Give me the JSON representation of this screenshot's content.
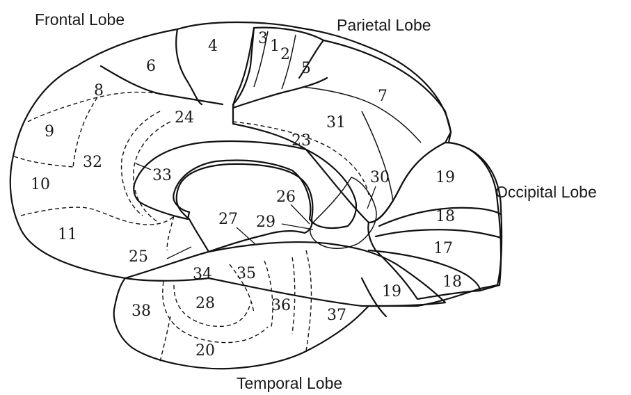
{
  "lobes": {
    "frontal": "Frontal Lobe",
    "parietal": "Parietal Lobe",
    "occipital": "Occipital Lobe",
    "temporal": "Temporal Lobe"
  },
  "areas": {
    "a4": "4",
    "a3": "3",
    "a1": "1",
    "a2": "2",
    "a5": "5",
    "a6": "6",
    "a7": "7",
    "a8": "8",
    "a9": "9",
    "a10": "10",
    "a11": "11",
    "a24": "24",
    "a32": "32",
    "a33": "33",
    "a25": "25",
    "a31": "31",
    "a23": "23",
    "a30": "30",
    "a26": "26",
    "a29": "29",
    "a27": "27",
    "a19a": "19",
    "a18a": "18",
    "a17": "17",
    "a18b": "18",
    "a19b": "19",
    "a34": "34",
    "a35": "35",
    "a28": "28",
    "a36": "36",
    "a38": "38",
    "a37": "37",
    "a20": "20"
  },
  "colors": {
    "frontal": "#e6e6e6",
    "parietal": "#888888",
    "cingulate_light": "#c8c8c8",
    "occipital": "#a8a8a8",
    "temporal": "#4a4a4a",
    "outline": "#111111"
  }
}
